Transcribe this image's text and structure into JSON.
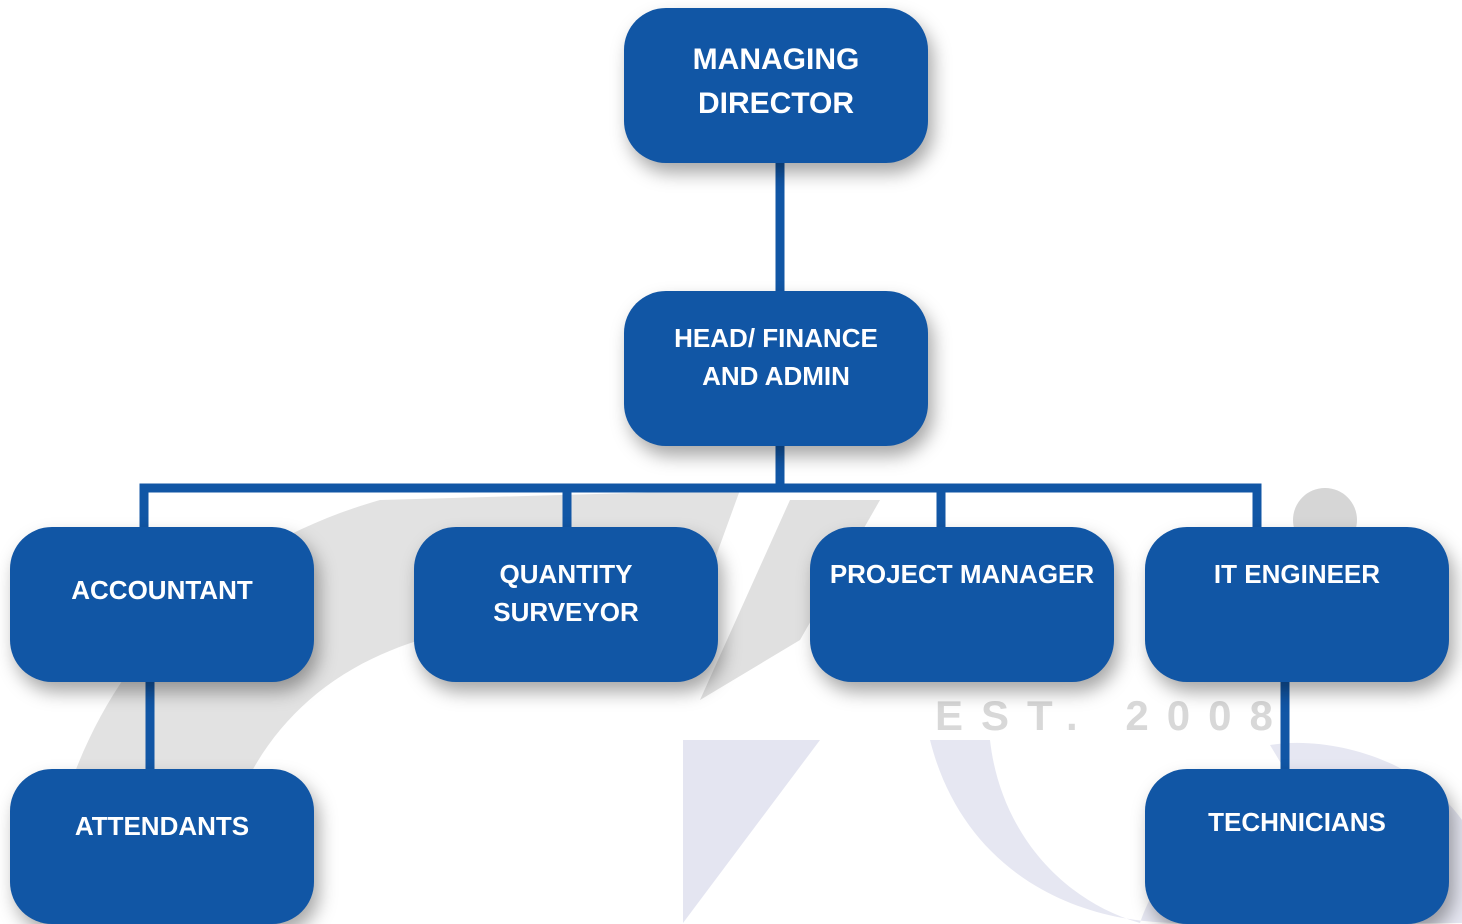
{
  "org_chart": {
    "managing_director": "MANAGING\nDIRECTOR",
    "head_finance_admin": "HEAD/ FINANCE\nAND ADMIN",
    "accountant": "ACCOUNTANT",
    "quantity_surveyor": "QUANTITY\nSURVEYOR",
    "project_manager": "PROJECT MANAGER",
    "it_engineer": "IT ENGINEER",
    "attendants": "ATTENDANTS",
    "technicians": "TECHNICIANS"
  },
  "watermark": {
    "text": "EST. 2008"
  },
  "colors": {
    "node_fill": "#1156a5",
    "connector": "#1156a5",
    "watermark_grey": "#dcdcdc",
    "watermark_lavender": "#e6e7f2"
  }
}
